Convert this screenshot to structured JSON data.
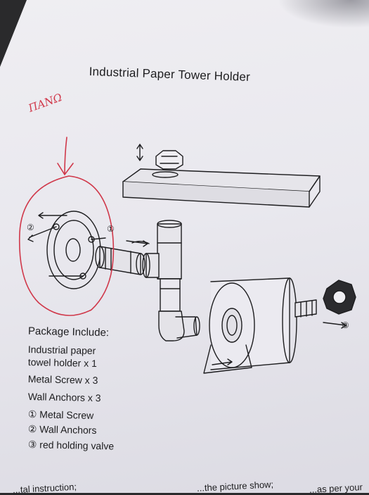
{
  "document": {
    "title": "Industrial Paper Tower Holder",
    "handwritten_note": "ΠΑΝΩ",
    "package": {
      "heading": "Package Include:",
      "items": [
        "Industrial paper",
        "towel holder x 1",
        "Metal Screw x 3",
        "Wall Anchors x 3"
      ],
      "legend": [
        "① Metal Screw",
        "② Wall Anchors",
        "③ red holding valve"
      ]
    },
    "diagram_markers": [
      "①",
      "②",
      "③"
    ],
    "cut_off_text": [
      "...tal instruction;",
      "...the picture show;",
      "...as per your"
    ]
  },
  "colors": {
    "paper": "#ebeaf0",
    "ink": "#1d1d1f",
    "handwriting": "#d0384a",
    "background": "#2a2a2c"
  }
}
